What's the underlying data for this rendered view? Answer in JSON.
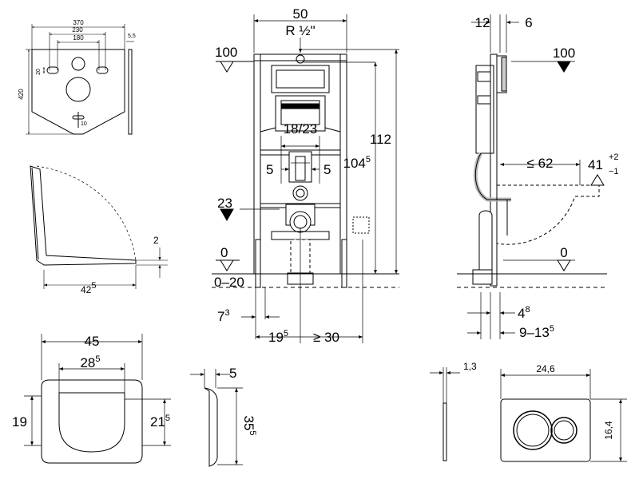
{
  "mounting_plate": {
    "w_total": "370",
    "w_mid": "230",
    "w_inner": "180",
    "thickness": "5,5",
    "height": "420",
    "hole": "20",
    "bottom": "10"
  },
  "seat_side": {
    "gap": "2",
    "depth": "42",
    "depth_sup": "5"
  },
  "frame_front": {
    "width": "50",
    "connection": "R ½\"",
    "top_level": "100",
    "inlet_spacing": "18/23",
    "offset_left": "5",
    "offset_right": "5",
    "height_total": "112",
    "height_inner": "104",
    "height_inner_sup": "5",
    "side_level": "23",
    "floor_level": "0",
    "floor_range": "0–20",
    "foot": "7",
    "foot_sup": "3",
    "axis_left": "19",
    "axis_left_sup": "5",
    "axis_right": "≥ 30"
  },
  "frame_side": {
    "top_depth": "12",
    "top_plate": "6",
    "top_level": "100",
    "wc_depth": "≤ 62",
    "wc_height": "41",
    "tol_plus": "+2",
    "tol_minus": "−1",
    "floor_level": "0",
    "pipe": "4",
    "pipe_sup": "8",
    "wall_range": "9–13",
    "wall_range_sup": "5"
  },
  "seat_top": {
    "width": "45",
    "inner_width": "28",
    "inner_width_sup": "5",
    "left_height": "19",
    "right_height": "21",
    "right_height_sup": "5"
  },
  "seat_profile": {
    "thickness": "5",
    "length": "35",
    "length_sup": "5"
  },
  "button_side": {
    "thickness": "1,3"
  },
  "button_front": {
    "width": "24,6",
    "height": "16,4"
  }
}
